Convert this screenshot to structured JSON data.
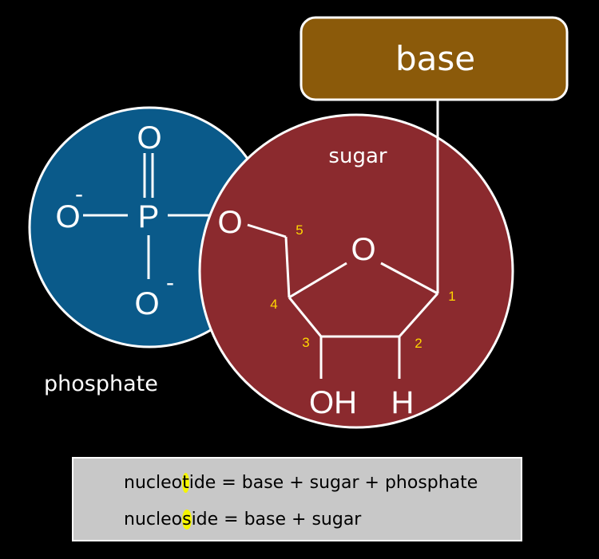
{
  "base_label": "base",
  "sugar_label": "sugar",
  "phosphate_label": "phosphate",
  "atoms": {
    "phosphorus": "P",
    "oxygen": "O",
    "minus": "-",
    "hydroxyl": "OH",
    "hydrogen": "H"
  },
  "carbon_numbers": [
    "1",
    "2",
    "3",
    "4",
    "5"
  ],
  "formulas": [
    {
      "prefix": "nucleo",
      "highlight": "t",
      "suffix": "ide = base + sugar + phosphate"
    },
    {
      "prefix": "nucleo",
      "highlight": "s",
      "suffix": "ide = base + sugar"
    }
  ],
  "colors": {
    "phosphate_fill": "#0a5a8a",
    "sugar_fill": "#8b2a2e",
    "base_fill": "#8b5a0a",
    "number_color": "#ffd700",
    "highlight": "#f5f500"
  }
}
